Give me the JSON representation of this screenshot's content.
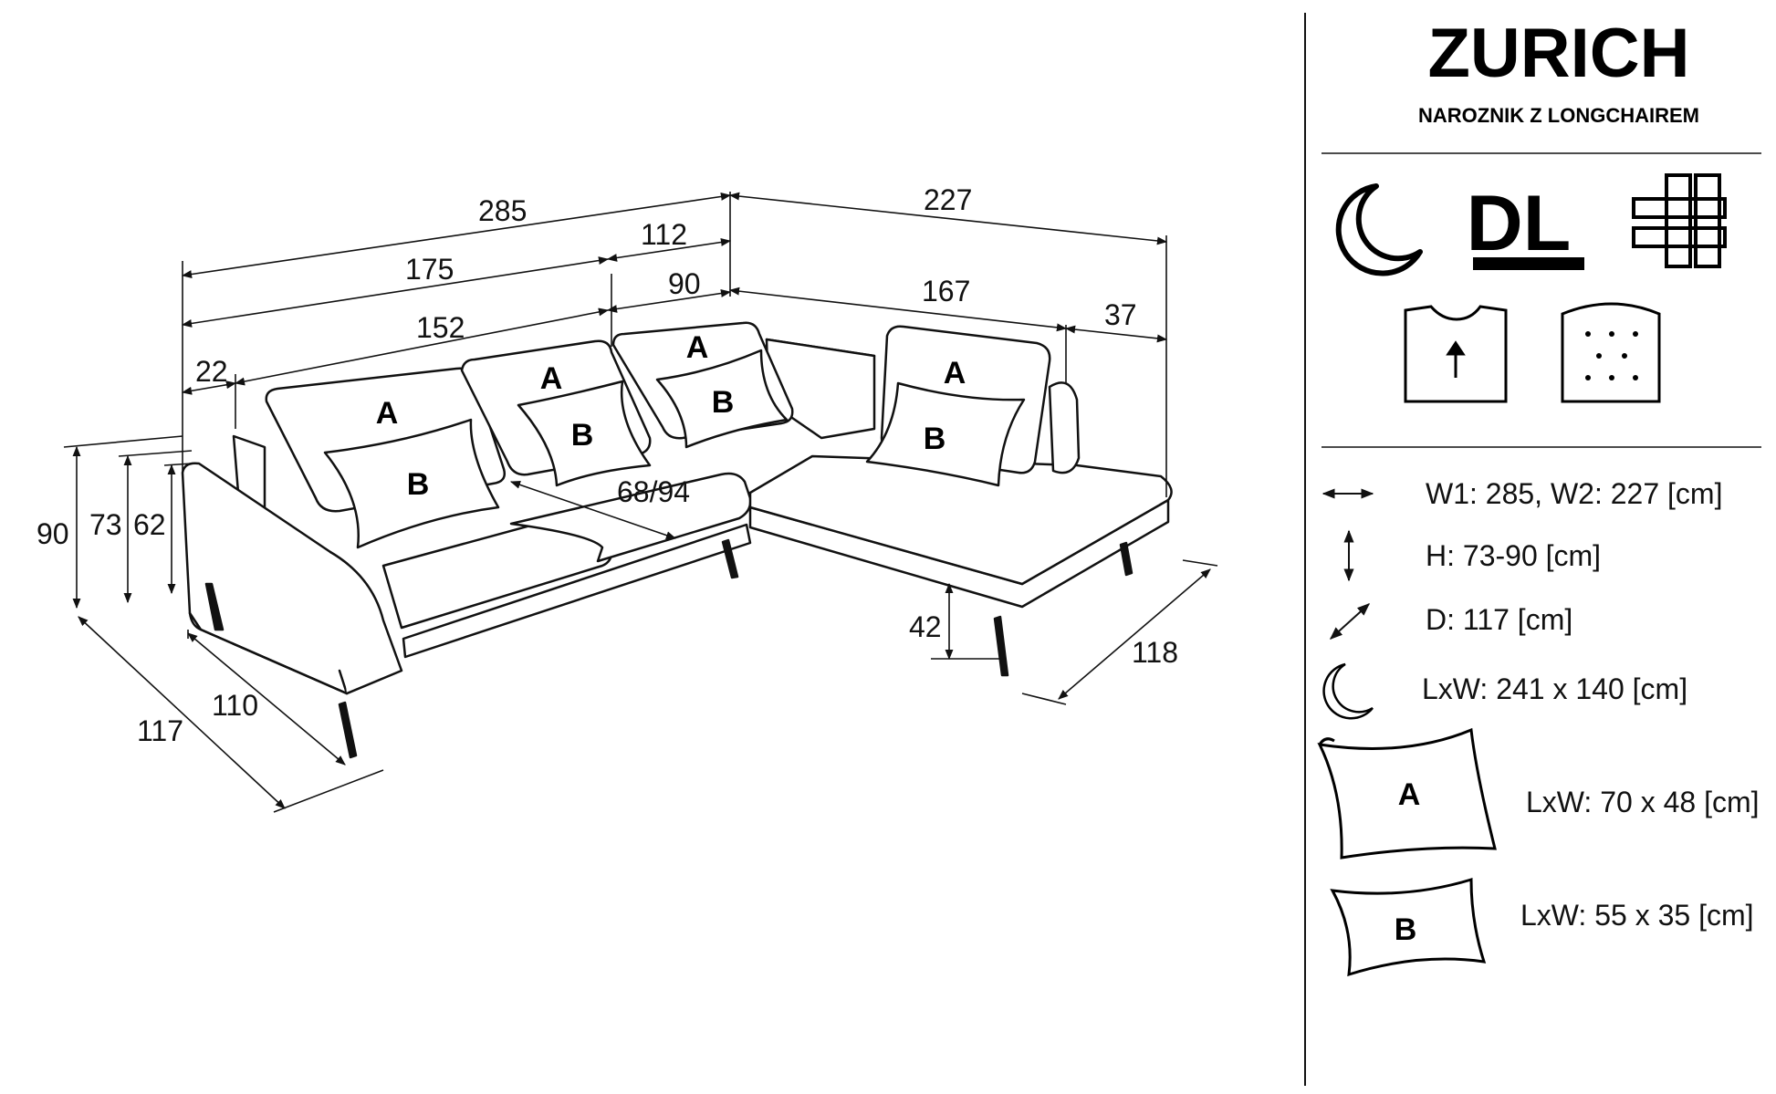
{
  "product": {
    "name": "ZURICH",
    "subtitle": "NAROZNIK Z LONGCHAIREM"
  },
  "dimensions": {
    "total_width_left": "285",
    "total_width_right": "227",
    "left_section": "175",
    "corner_top": "112",
    "seat_width_left": "152",
    "corner_seat": "90",
    "longchair_seat": "167",
    "right_arm": "37",
    "left_arm": "22",
    "height_total": "90",
    "height_back": "73",
    "height_arm": "62",
    "seat_depth": "68/94",
    "seat_height": "42",
    "depth_outer": "117",
    "depth_inner": "110",
    "longchair_depth": "118"
  },
  "cushion_labels": {
    "back_cushion": "A",
    "throw_pillow": "B"
  },
  "icons": [
    "sleep-function-icon",
    "dl-icon",
    "bedding-container-icon",
    "removable-cover-icon",
    "pocket-spring-icon"
  ],
  "dl_text": "DL",
  "specs": {
    "width": "W1: 285, W2: 227 [cm]",
    "height": "H: 73-90 [cm]",
    "depth": "D: 117 [cm]",
    "sleep_area": "LxW: 241 x 140 [cm]",
    "pillow_a_label": "A",
    "pillow_a_size": "LxW: 70 x 48 [cm]",
    "pillow_b_label": "B",
    "pillow_b_size": "LxW: 55 x 35 [cm]"
  }
}
